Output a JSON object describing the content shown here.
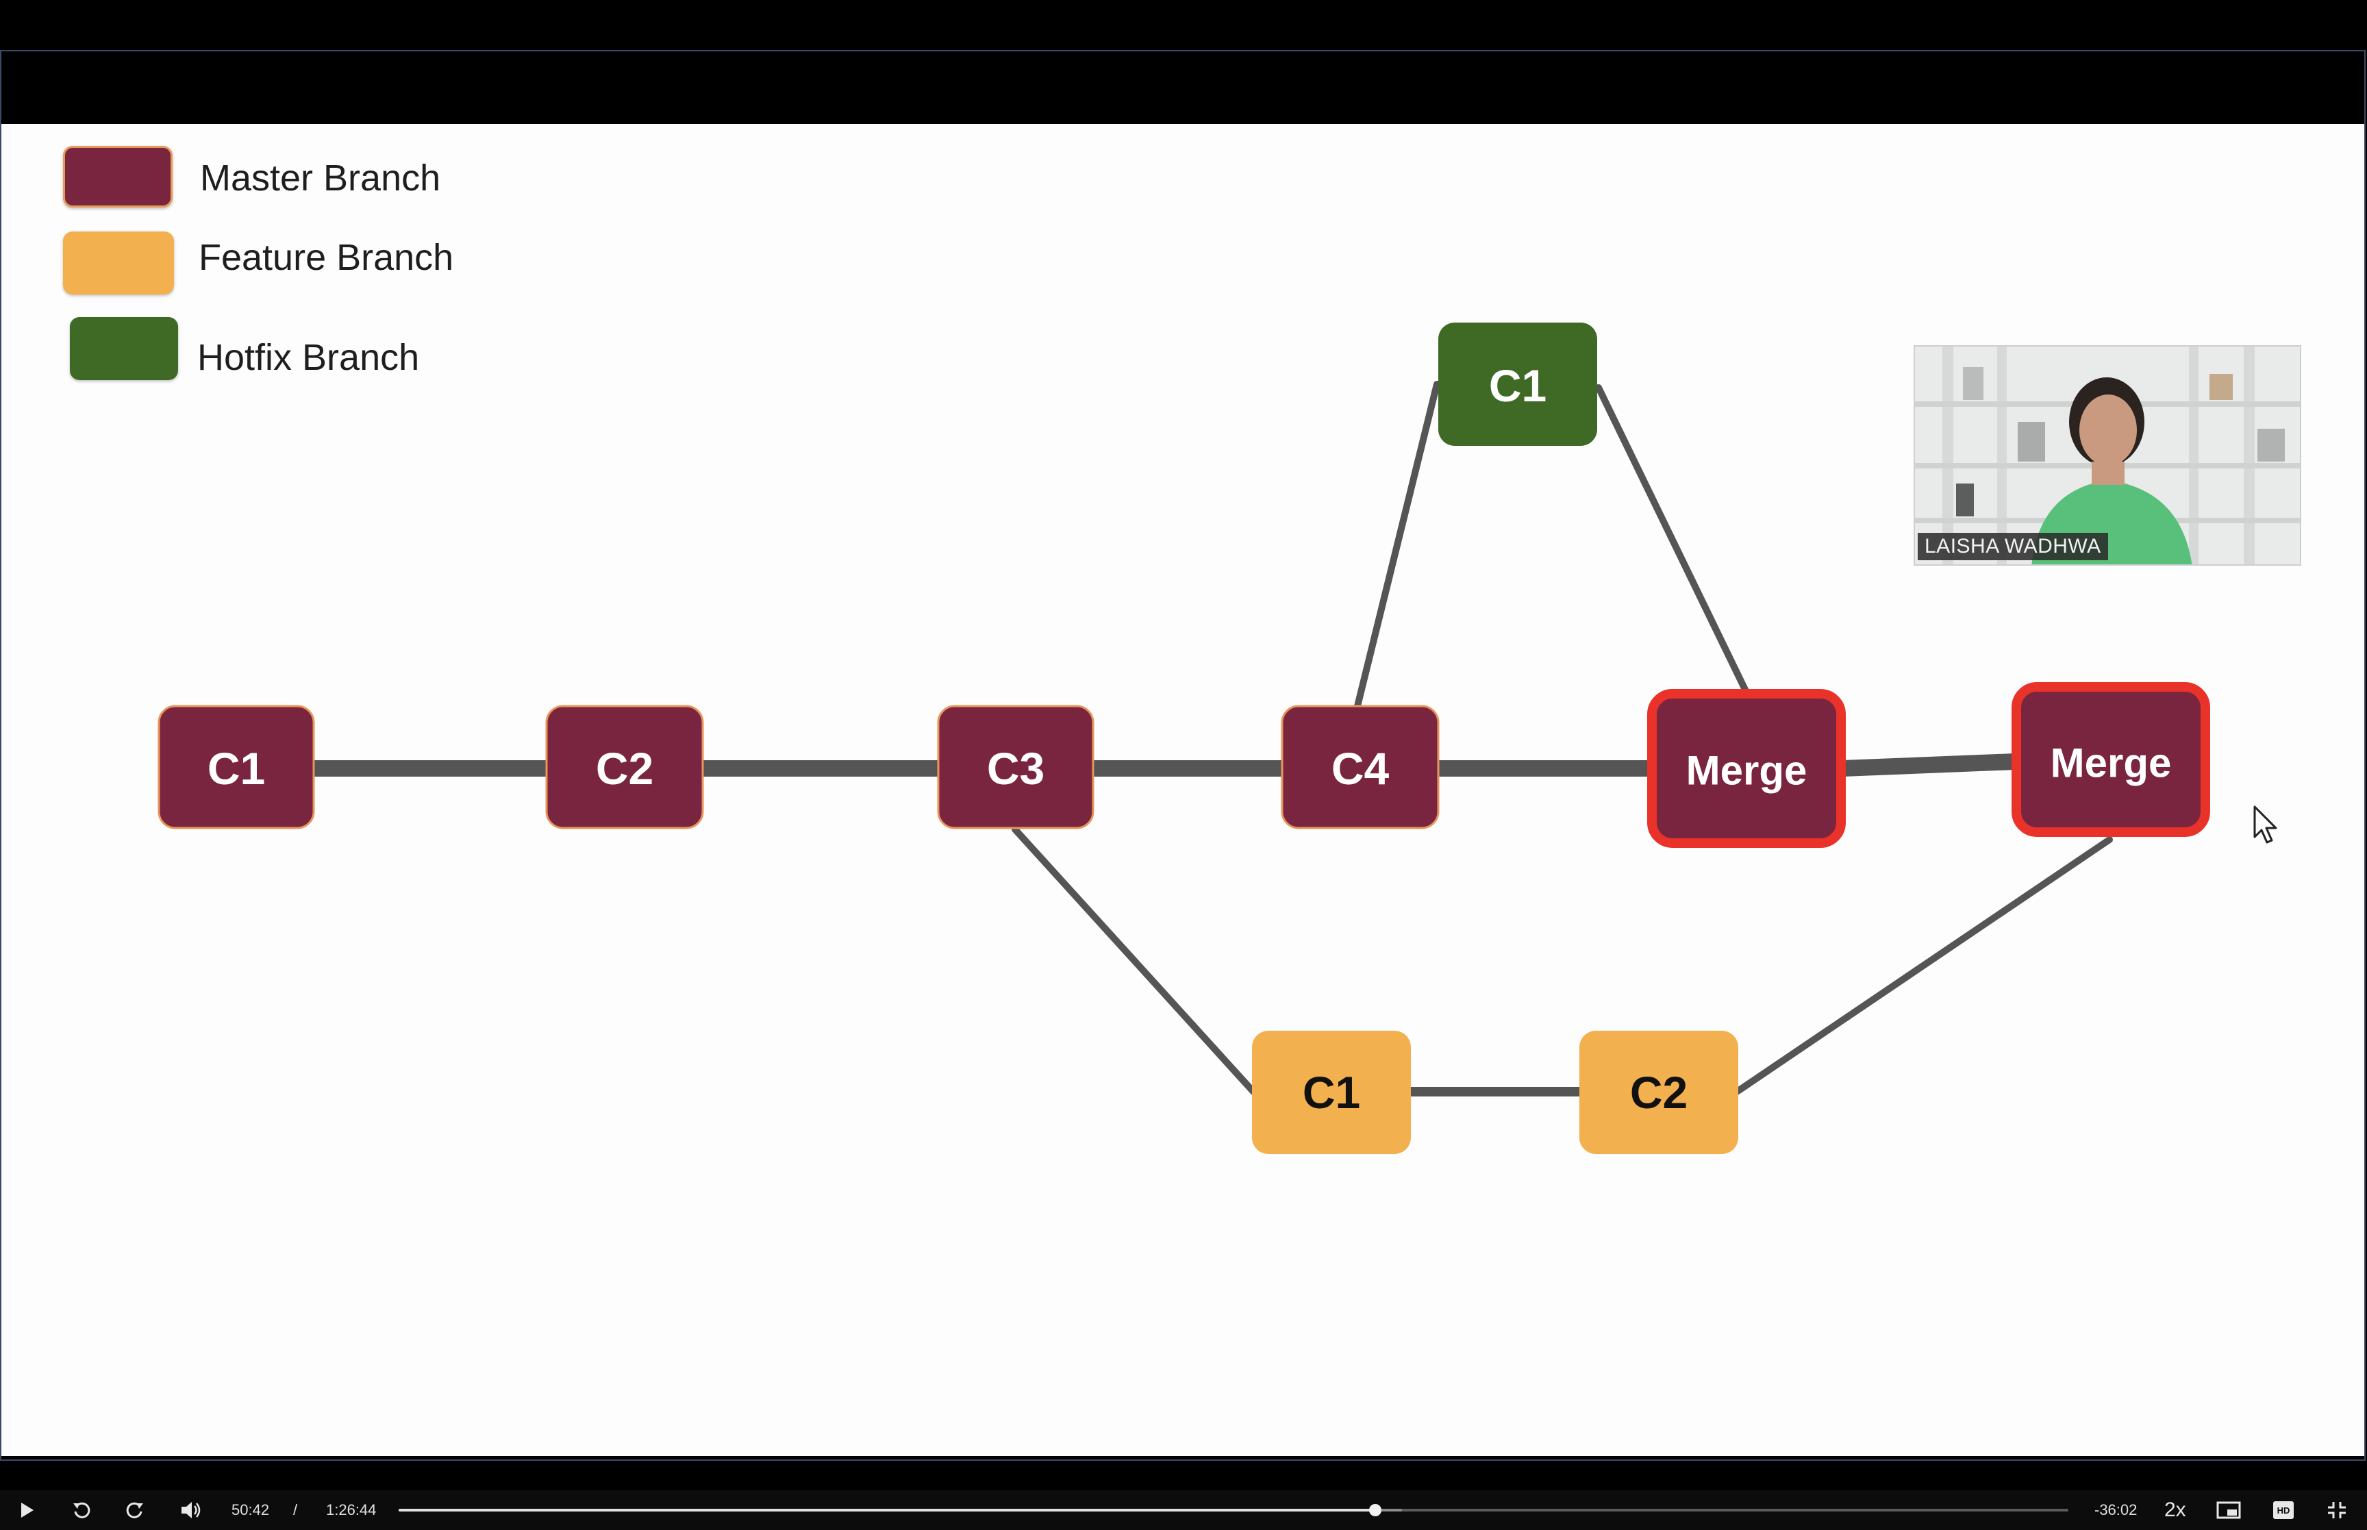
{
  "legend": [
    {
      "label": "Master Branch",
      "color": "#7a2540"
    },
    {
      "label": "Feature Branch",
      "color": "#f3b04f"
    },
    {
      "label": "Hotfix Branch",
      "color": "#3f6a25"
    }
  ],
  "nodes": {
    "master_c1": "C1",
    "master_c2": "C2",
    "master_c3": "C3",
    "master_c4": "C4",
    "master_merge_1": "Merge",
    "master_merge_2": "Merge",
    "hotfix_c1": "C1",
    "feature_c1": "C1",
    "feature_c2": "C2"
  },
  "colors": {
    "master": "#7a2540",
    "feature": "#f3b04f",
    "hotfix": "#3f6a25",
    "merge_border": "#e8322a",
    "edge": "#555555"
  },
  "presenter": {
    "name": "LAISHA WADHWA"
  },
  "player": {
    "current_time": "50:42",
    "separator": "/",
    "duration": "1:26:44",
    "remaining": "-36:02",
    "speed": "2x",
    "progress_fraction": 0.585,
    "buffered_fraction": 0.601,
    "icons": {
      "play": "play-icon",
      "rewind": "rewind-icon",
      "forward": "forward-icon",
      "volume": "volume-icon",
      "pip": "picture-in-picture-icon",
      "hd": "hd-icon",
      "fullscreen": "exit-fullscreen-icon"
    }
  }
}
